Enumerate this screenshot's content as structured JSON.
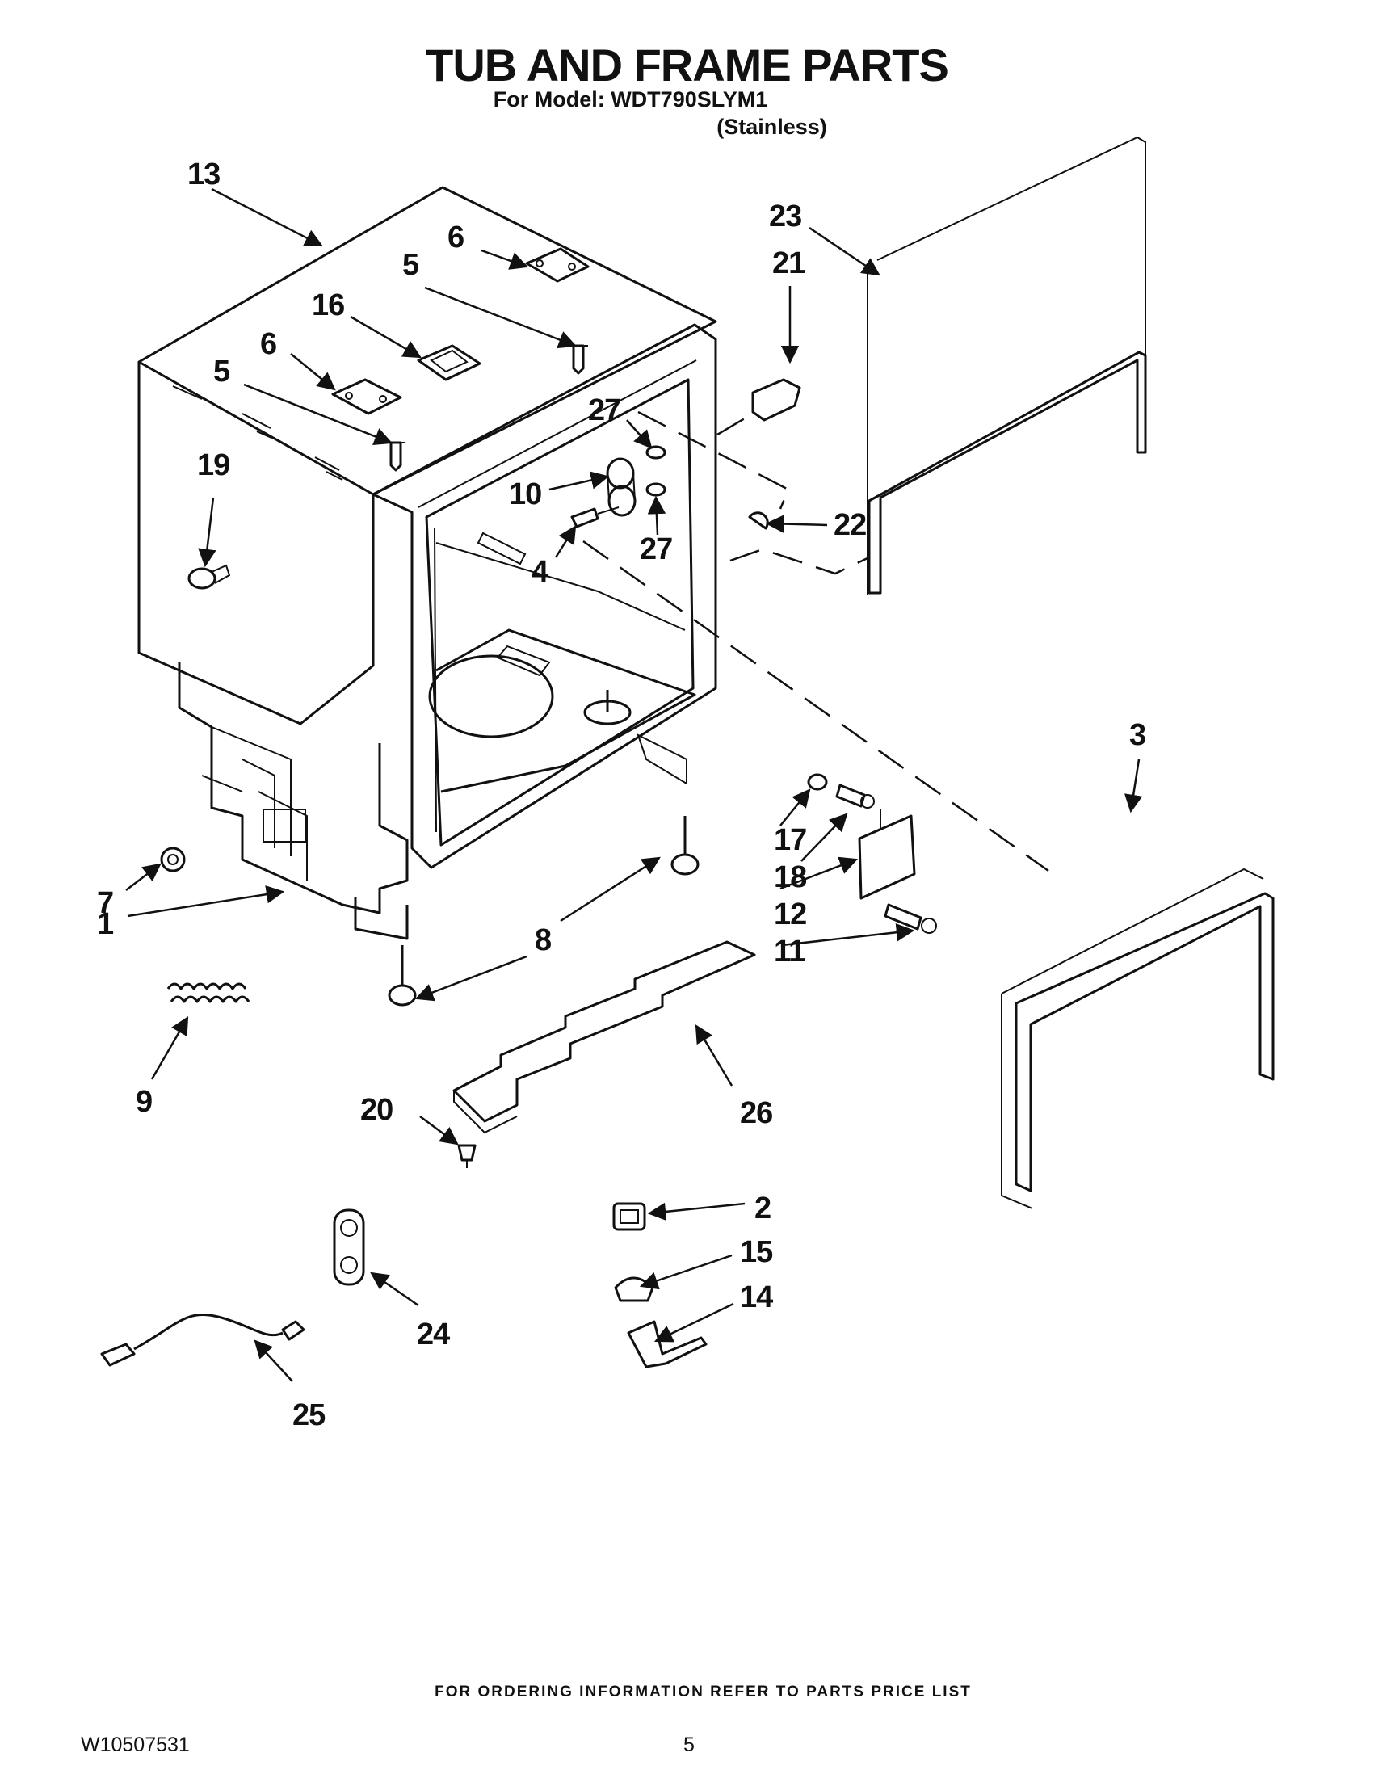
{
  "header": {
    "title": "TUB AND FRAME PARTS",
    "model_line": "For Model: WDT790SLYM1",
    "finish": "(Stainless)"
  },
  "callouts": [
    {
      "id": "c13",
      "label": "13"
    },
    {
      "id": "c6a",
      "label": "6"
    },
    {
      "id": "c5a",
      "label": "5"
    },
    {
      "id": "c16",
      "label": "16"
    },
    {
      "id": "c6b",
      "label": "6"
    },
    {
      "id": "c5b",
      "label": "5"
    },
    {
      "id": "c19",
      "label": "19"
    },
    {
      "id": "c23",
      "label": "23"
    },
    {
      "id": "c21",
      "label": "21"
    },
    {
      "id": "c27a",
      "label": "27"
    },
    {
      "id": "c10",
      "label": "10"
    },
    {
      "id": "c27b",
      "label": "27"
    },
    {
      "id": "c4",
      "label": "4"
    },
    {
      "id": "c22",
      "label": "22"
    },
    {
      "id": "c3",
      "label": "3"
    },
    {
      "id": "c7",
      "label": "7"
    },
    {
      "id": "c1",
      "label": "1"
    },
    {
      "id": "c8",
      "label": "8"
    },
    {
      "id": "c17",
      "label": "17"
    },
    {
      "id": "c18",
      "label": "18"
    },
    {
      "id": "c12",
      "label": "12"
    },
    {
      "id": "c11",
      "label": "11"
    },
    {
      "id": "c9",
      "label": "9"
    },
    {
      "id": "c26",
      "label": "26"
    },
    {
      "id": "c20",
      "label": "20"
    },
    {
      "id": "c2",
      "label": "2"
    },
    {
      "id": "c15",
      "label": "15"
    },
    {
      "id": "c14",
      "label": "14"
    },
    {
      "id": "c24",
      "label": "24"
    },
    {
      "id": "c25",
      "label": "25"
    }
  ],
  "footer": {
    "ordering_note": "FOR ORDERING INFORMATION REFER TO PARTS PRICE LIST",
    "doc_number": "W10507531",
    "page_number": "5"
  }
}
